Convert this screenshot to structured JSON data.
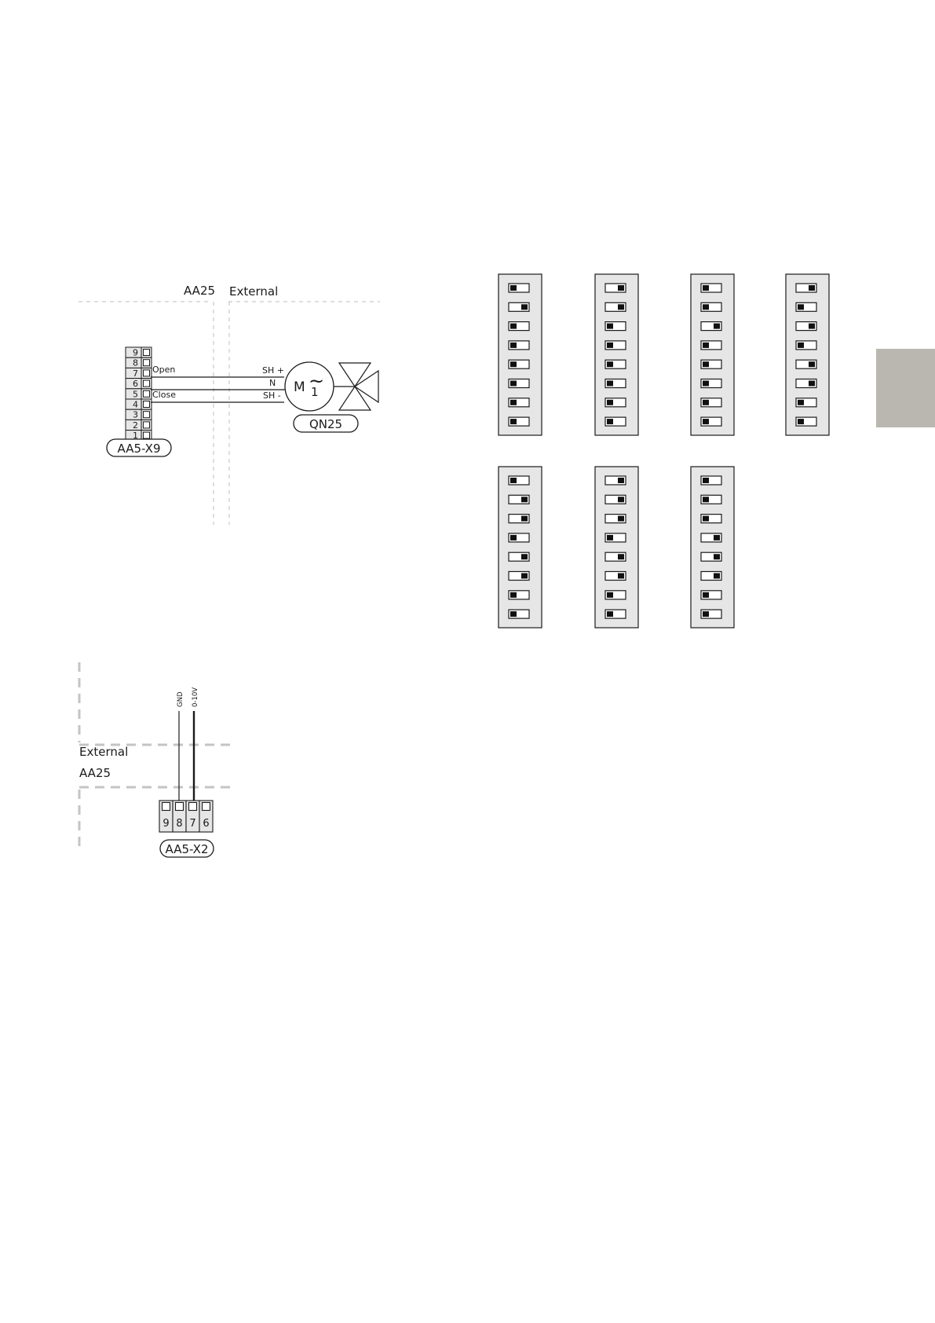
{
  "colors": {
    "side_tab": "#bab6b0",
    "dip_fill": "#e6e6e6",
    "dashed_line": "#bdbdbd",
    "ink": "#1a1a1a"
  },
  "valve_diagram": {
    "zone_left": "AA25",
    "zone_right": "External",
    "terminal_numbers": [
      "9",
      "8",
      "7",
      "6",
      "5",
      "4",
      "3",
      "2",
      "1"
    ],
    "open_label": "Open",
    "close_label": "Close",
    "terminal_block": "AA5-X9",
    "motor_wires": [
      "SH +",
      "N",
      "SH -"
    ],
    "motor_letter": "M",
    "motor_phase": "1",
    "motor_symbol": "~",
    "valve_name": "QN25"
  },
  "signal_diagram": {
    "zone_top": "External",
    "zone_bottom": "AA25",
    "wire_labels": [
      "GND",
      "0-10V"
    ],
    "terminal_numbers": [
      "9",
      "8",
      "7",
      "6"
    ],
    "terminal_block": "AA5-X2"
  },
  "dip_switches": [
    {
      "row": 1,
      "positions": [
        "L",
        "R",
        "L",
        "L",
        "L",
        "L",
        "L",
        "L"
      ]
    },
    {
      "row": 1,
      "positions": [
        "R",
        "R",
        "L",
        "L",
        "L",
        "L",
        "L",
        "L"
      ]
    },
    {
      "row": 1,
      "positions": [
        "L",
        "L",
        "R",
        "L",
        "L",
        "L",
        "L",
        "L"
      ]
    },
    {
      "row": 1,
      "positions": [
        "R",
        "L",
        "R",
        "L",
        "R",
        "R",
        "L",
        "L"
      ]
    },
    {
      "row": 2,
      "positions": [
        "L",
        "R",
        "R",
        "L",
        "R",
        "R",
        "L",
        "L"
      ]
    },
    {
      "row": 2,
      "positions": [
        "R",
        "R",
        "R",
        "L",
        "R",
        "R",
        "L",
        "L"
      ]
    },
    {
      "row": 2,
      "positions": [
        "L",
        "L",
        "L",
        "R",
        "R",
        "R",
        "L",
        "L"
      ]
    }
  ]
}
